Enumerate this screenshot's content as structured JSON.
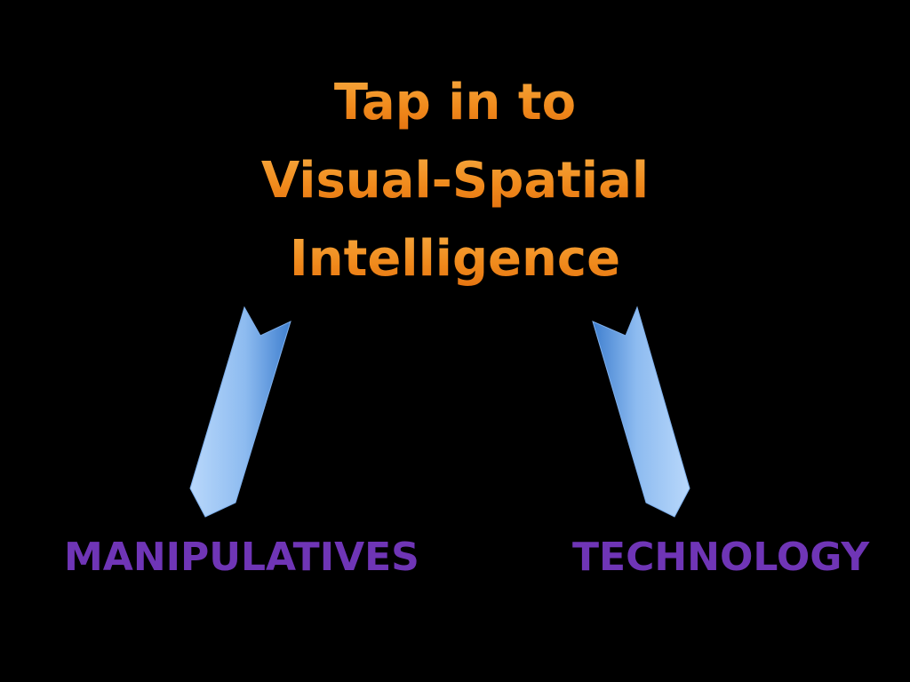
{
  "slide": {
    "title_lines": [
      "Tap in to",
      "Visual-Spatial",
      "Intelligence"
    ],
    "labels": {
      "left": "MANIPULATIVES",
      "right": "TECHNOLOGY"
    }
  },
  "colors": {
    "background": "#000000",
    "title_orange": "#f08a1c",
    "label_purple": "#6f35b6",
    "arrow_light_blue": "#a9cdf5",
    "arrow_blue": "#4d8fd9"
  },
  "icons": [
    "arrow-down-left-icon",
    "arrow-down-right-icon"
  ]
}
